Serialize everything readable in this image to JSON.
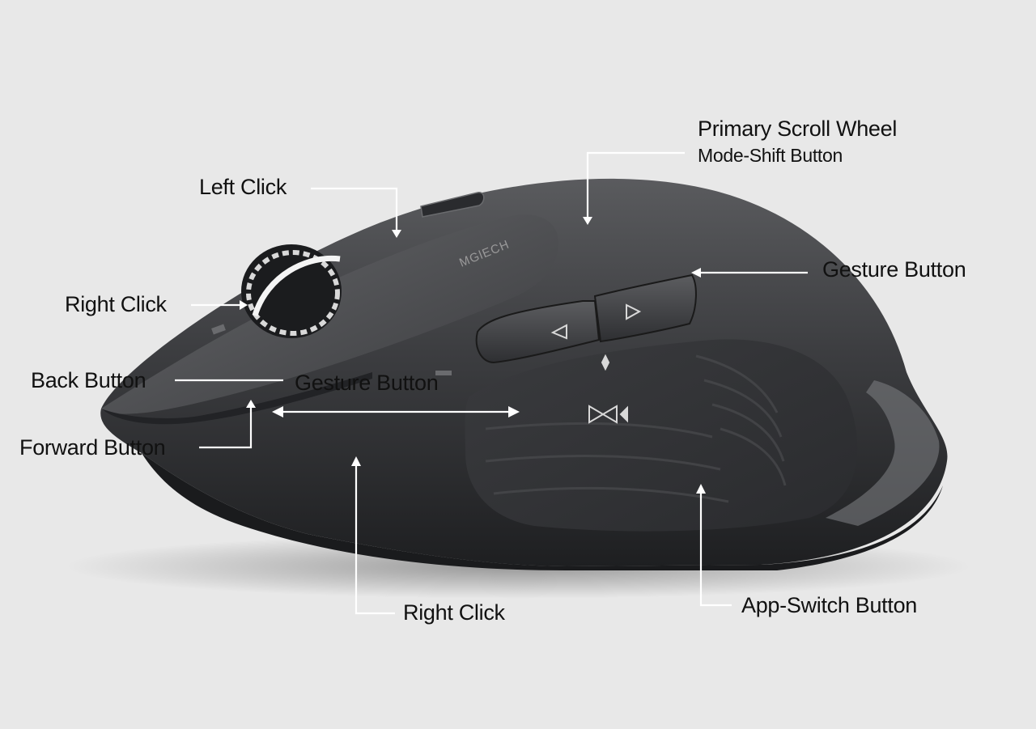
{
  "brand": {
    "logo_text": "MGlECH"
  },
  "callouts": {
    "primary_scroll_wheel": "Primary Scroll Wheel",
    "mode_shift_button": "Mode-Shift Button",
    "left_click": "Left Click",
    "right_click_top": "Right Click",
    "gesture_button_right": "Gesture Button",
    "back_button": "Back Button",
    "gesture_button_center": "Gesture Button",
    "forward_button": "Forward Button",
    "right_click_bottom": "Right Click",
    "app_switch_button": "App-Switch Button"
  },
  "colors": {
    "background": "#e8e8e8",
    "mouse_body": "#3a3b3d",
    "mouse_highlight": "#6a6b6e",
    "leader_line": "#ffffff",
    "label_text": "#111111"
  },
  "icons": [
    "back-arrow-icon",
    "forward-arrow-icon",
    "gesture-icon",
    "scroll-wheel-icon"
  ]
}
